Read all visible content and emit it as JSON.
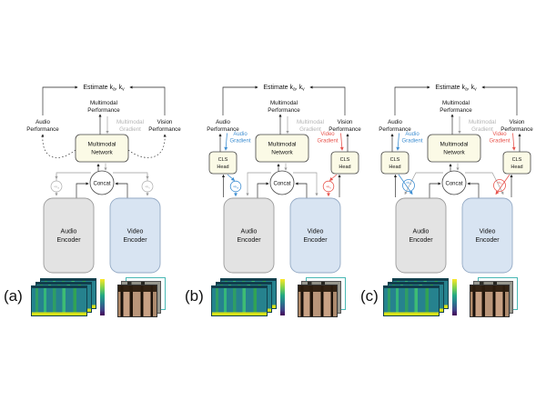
{
  "colors": {
    "blue": "#3f8fd2",
    "red": "#e8554e",
    "gray": "#b4b4b4",
    "node_fill": "#fbfae6",
    "audio_encoder_fill": "#e3e3e3",
    "video_encoder_fill": "#d8e4f2"
  },
  "panels": [
    {
      "tag": "(a)",
      "estimate": {
        "p1": "Estimate k",
        "s1": "a",
        "p2": ", k",
        "s2": "v"
      },
      "mm_perf": [
        "Multimodal",
        "Performance"
      ],
      "audio_perf": [
        "Audio",
        "Performance"
      ],
      "vision_perf": [
        "Vision",
        "Performance"
      ],
      "mm_grad": [
        "Multimodal",
        "Gradient"
      ],
      "network": [
        "Multimodal",
        "Network"
      ],
      "concat": "Concat",
      "ka": {
        "p": "×k",
        "s": "a"
      },
      "kv": {
        "p": "×k",
        "s": "v"
      },
      "audio_enc": [
        "Audio",
        "Encoder"
      ],
      "video_enc": [
        "Video",
        "Encoder"
      ]
    },
    {
      "tag": "(b)",
      "estimate": {
        "p1": "Estimate k",
        "s1": "a",
        "p2": ", k",
        "s2": "v"
      },
      "mm_perf": [
        "Multimodal",
        "Performance"
      ],
      "audio_perf": [
        "Audio",
        "Performance"
      ],
      "vision_perf": [
        "Vision",
        "Performance"
      ],
      "mm_grad": [
        "Multimodal",
        "Gradient"
      ],
      "audio_grad": [
        "Audio",
        "Gradient"
      ],
      "video_grad": [
        "Video",
        "Gradient"
      ],
      "cls_left": [
        "CLS",
        "Head"
      ],
      "cls_right": [
        "CLS",
        "Head"
      ],
      "network": [
        "Multimodal",
        "Network"
      ],
      "concat": "Concat",
      "ka": {
        "p": "×k",
        "s": "a"
      },
      "kv": {
        "p": "×k",
        "s": "v"
      },
      "audio_enc": [
        "Audio",
        "Encoder"
      ],
      "video_enc": [
        "Video",
        "Encoder"
      ]
    },
    {
      "tag": "(c)",
      "estimate": {
        "p1": "Estimate k",
        "s1": "a",
        "p2": ", k",
        "s2": "v"
      },
      "mm_perf": [
        "Multimodal",
        "Performance"
      ],
      "audio_perf": [
        "Audio",
        "Performance"
      ],
      "vision_perf": [
        "Vision",
        "Performance"
      ],
      "mm_grad": [
        "Multimodal",
        "Gradient"
      ],
      "audio_grad": [
        "Audio",
        "Gradient"
      ],
      "video_grad": [
        "Video",
        "Gradient"
      ],
      "cls_left": [
        "CLS",
        "Head"
      ],
      "cls_right": [
        "CLS",
        "Head"
      ],
      "network": [
        "Multimodal",
        "Network"
      ],
      "concat": "Concat",
      "ka": {
        "p": "×k",
        "s": "a"
      },
      "kv": {
        "p": "×k",
        "s": "v"
      },
      "audio_enc": [
        "Audio",
        "Encoder"
      ],
      "video_enc": [
        "Video",
        "Encoder"
      ]
    }
  ]
}
